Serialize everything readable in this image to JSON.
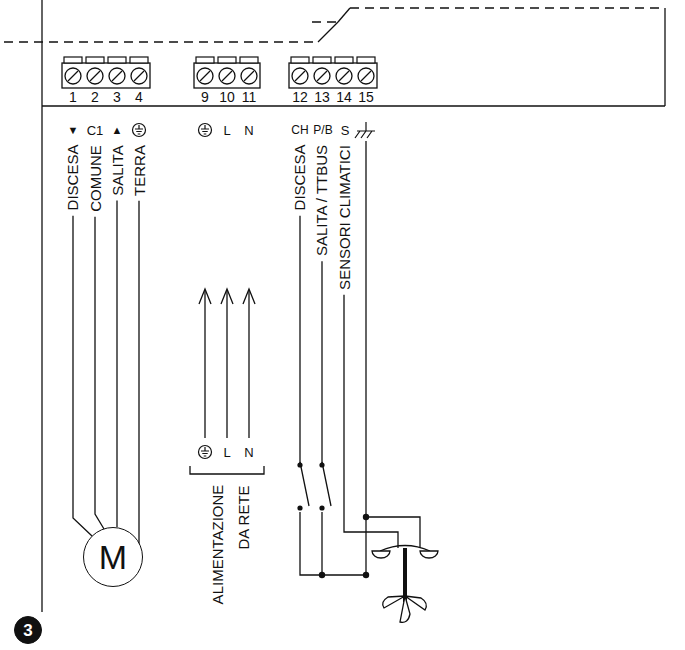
{
  "diagram": {
    "nodes": [
      {
        "text": [
          "M"
        ]
      },
      {
        "text": [
          "3"
        ]
      }
    ],
    "labels": [
      "1",
      "2",
      "3",
      "4",
      "9",
      "10",
      "11",
      "12",
      "13",
      "14",
      "15",
      "▼",
      "C1",
      "▲",
      "L",
      "N",
      "CH",
      "P/B",
      "S",
      "DISCESA",
      "COMUNE",
      "SALITA",
      "TERRA",
      "DISCESA",
      "SALITA / TTBUS",
      "SENSORI CLIMATICI",
      "L",
      "N",
      "ALIMENTAZIONE",
      "DA RETE"
    ]
  }
}
